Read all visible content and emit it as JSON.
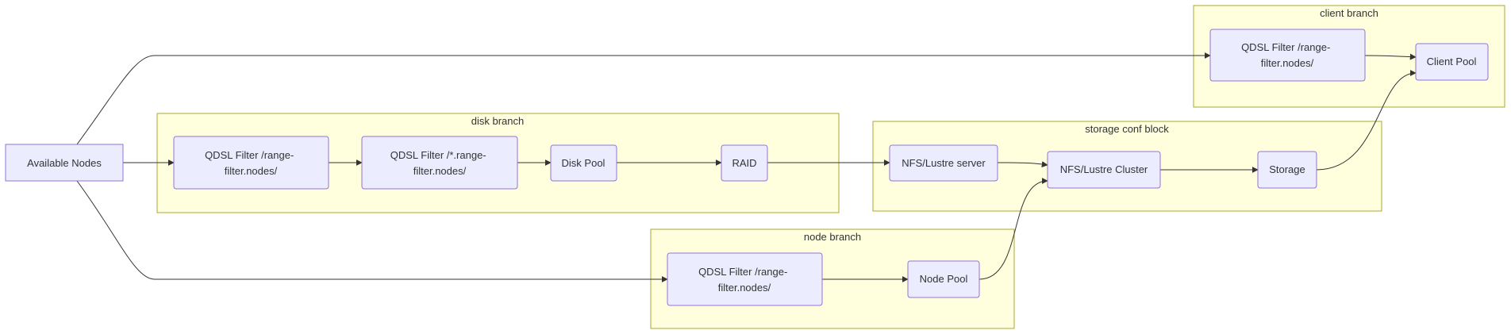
{
  "diagram": {
    "clusters": {
      "client": {
        "label": "client branch"
      },
      "disk": {
        "label": "disk branch"
      },
      "storage": {
        "label": "storage conf block"
      },
      "node": {
        "label": "node branch"
      }
    },
    "nodes": {
      "available": {
        "lines": [
          "Available Nodes"
        ]
      },
      "client_filter": {
        "lines": [
          "QDSL Filter /range-",
          "filter.nodes/"
        ]
      },
      "client_pool": {
        "lines": [
          "Client Pool"
        ]
      },
      "disk_filter1": {
        "lines": [
          "QDSL Filter /range-",
          "filter.nodes/"
        ]
      },
      "disk_filter2": {
        "lines": [
          "QDSL Filter /*.range-",
          "filter.nodes/"
        ]
      },
      "disk_pool": {
        "lines": [
          "Disk Pool"
        ]
      },
      "raid": {
        "lines": [
          "RAID"
        ]
      },
      "nfs_server": {
        "lines": [
          "NFS/Lustre server"
        ]
      },
      "nfs_cluster": {
        "lines": [
          "NFS/Lustre Cluster"
        ]
      },
      "storage": {
        "lines": [
          "Storage"
        ]
      },
      "node_filter": {
        "lines": [
          "QDSL Filter /range-",
          "filter.nodes/"
        ]
      },
      "node_pool": {
        "lines": [
          "Node Pool"
        ]
      }
    },
    "colors": {
      "node_fill": "#ececff",
      "node_stroke": "#9370db",
      "cluster_fill": "#ffffde",
      "cluster_stroke": "#aaaa33",
      "edge": "#333333",
      "text": "#333333"
    }
  }
}
